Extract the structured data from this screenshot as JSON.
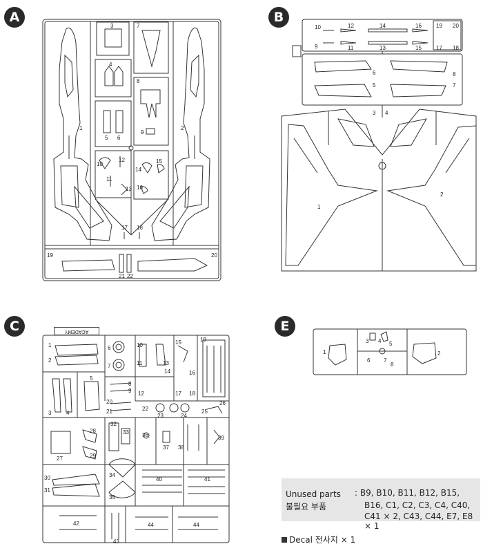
{
  "sprues": {
    "A": {
      "letter": "A",
      "parts": [
        "1",
        "2",
        "3",
        "4",
        "5",
        "6",
        "7",
        "8",
        "9",
        "10",
        "11",
        "12",
        "13",
        "14",
        "15",
        "16",
        "17",
        "18",
        "19",
        "20",
        "21",
        "22"
      ]
    },
    "B": {
      "letter": "B",
      "parts": [
        "1",
        "2",
        "3",
        "4",
        "5",
        "6",
        "7",
        "8",
        "9",
        "10",
        "11",
        "12",
        "13",
        "14",
        "15",
        "16",
        "17",
        "18",
        "19",
        "20"
      ]
    },
    "C": {
      "letter": "C",
      "maker": "ACADEMY",
      "parts": [
        "1",
        "2",
        "3",
        "4",
        "5",
        "6",
        "7",
        "8",
        "9",
        "10",
        "11",
        "12",
        "13",
        "14",
        "15",
        "16",
        "17",
        "18",
        "19",
        "20",
        "21",
        "22",
        "23",
        "24",
        "25",
        "26",
        "27",
        "28",
        "29",
        "30",
        "31",
        "32",
        "33",
        "34",
        "35",
        "36",
        "37",
        "38",
        "39",
        "40",
        "41",
        "42",
        "43",
        "44"
      ]
    },
    "E": {
      "letter": "E",
      "parts": [
        "1",
        "2",
        "3",
        "4",
        "5",
        "6",
        "7",
        "8"
      ]
    }
  },
  "unused": {
    "label_en": "Unused parts",
    "label_ko": "불필요 부품",
    "line1": ": B9,  B10,  B11,  B12,  B15,",
    "line2": "B16,  C1,  C2,  C3,  C4,  C40,",
    "line3": "C41 × 2,  C43,  C44,  E7,  E8 × 1"
  },
  "decal": {
    "label": "Decal",
    "ko": "전사지",
    "count": "× 1"
  }
}
